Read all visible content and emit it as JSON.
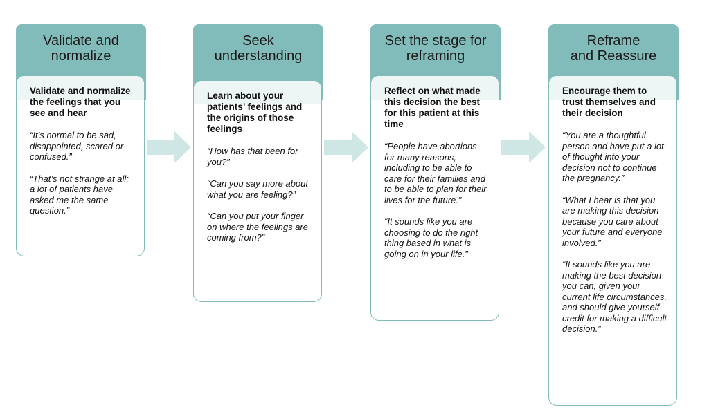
{
  "steps": [
    {
      "title_lines": [
        "Validate and",
        "normalize"
      ],
      "heading": "Validate and normalize the feelings that you see and hear",
      "quotes": [
        "“It’s normal to be sad, disappointed, scared or confused.”",
        "“That’s not strange at all; a lot of patients have asked me the same question.”"
      ]
    },
    {
      "title_lines": [
        "Seek",
        "understanding"
      ],
      "heading": "Learn about your patients’ feelings and the origins of those feelings",
      "quotes": [
        "“How has that been for you?”",
        "“Can you say more about what you are feeling?”",
        "“Can you put your finger on where the feelings are coming from?”"
      ]
    },
    {
      "title_lines": [
        "Set the stage for",
        "reframing"
      ],
      "heading": "Reflect on what made this decision the best for this patient at this time",
      "quotes": [
        "“People have abortions for many reasons, including to be able to care for their families and to be able to plan for their lives for the future.”",
        "“It sounds like you are choosing to do the right thing based in what is going on in your life.”"
      ]
    },
    {
      "title_lines": [
        "Reframe",
        "and Reassure"
      ],
      "heading": "Encourage them to trust themselves and their decision",
      "quotes": [
        "“You are a thoughtful person and have put a lot of thought into your decision not to continue the pregnancy.”",
        "“What I hear is that you are making this decision because you care about your future and everyone involved.”",
        "“It sounds like you are making the best decision you can, given your current life circumstances, and should give yourself credit for making a difficult decision.”"
      ]
    }
  ],
  "colors": {
    "header_fill": "#82bcba",
    "card_border": "#82bcba",
    "arrow_fill": "#cfe7e4"
  }
}
